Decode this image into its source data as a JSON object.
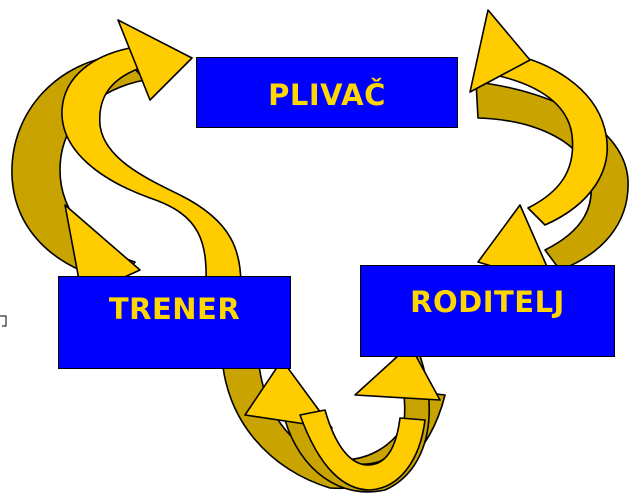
{
  "diagram": {
    "nodes": {
      "swimmer": "PLIVAČ",
      "coach": "TRENER",
      "parent": "RODITELJ"
    },
    "edges": [
      {
        "from": "coach",
        "to": "swimmer"
      },
      {
        "from": "swimmer",
        "to": "coach"
      },
      {
        "from": "swimmer",
        "to": "parent"
      },
      {
        "from": "parent",
        "to": "swimmer"
      },
      {
        "from": "coach",
        "to": "parent"
      },
      {
        "from": "parent",
        "to": "coach"
      }
    ],
    "colors": {
      "box_fill": "#0000ff",
      "box_text": "#ffd700",
      "arrow_front": "#ffcc00",
      "arrow_back": "#c9a400",
      "outline": "#000000"
    }
  }
}
